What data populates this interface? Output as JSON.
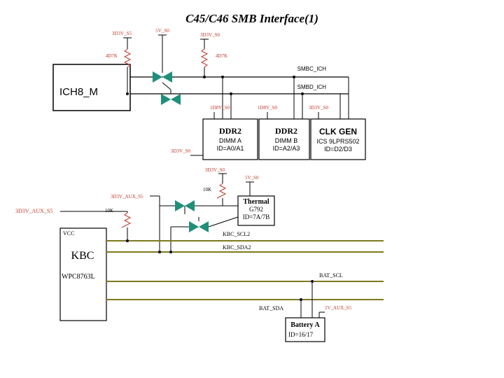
{
  "title": "C45/C46 SMB Interface(1)",
  "power": {
    "p3d3v_s5_top": "3D3V_S5",
    "p5v_s0_top": "5V_S0",
    "p3d3v_s0_top": "3D3V_S0",
    "p1d8v_s0_a": "1D8V_S0",
    "p1d8v_s0_b": "1D8V_S0",
    "p3d3v_s0_clk": "3D3V_S0",
    "p3d3v_s0_mid": "3D3V_S0",
    "p3d3v_s0_therm": "3D3V_S0",
    "p5v_s0_therm": "5V_S0",
    "p3d3v_aux_s5_mid": "3D3V_AUX_S5",
    "p3d3v_aux_s5_left": "3D3V_AUX_S5",
    "p5v_aux_s5_bat": "5V_AUX_S5"
  },
  "resistors": {
    "r_left": "4D7K",
    "r_right": "4D7K",
    "r_therm": "10K",
    "r_kbc": "10K"
  },
  "signals": {
    "smbc_ich": "SMBC_ICH",
    "smbd_ich": "SMBD_ICH",
    "kbc_scl2": "KBC_SCL2",
    "kbc_sda2": "KBC_SDA2",
    "bat_scl": "BAT_SCL",
    "bat_sda": "BAT_SDA"
  },
  "blocks": {
    "ich": {
      "name": "ICH8_M"
    },
    "dimm_a": {
      "title": "DDR2",
      "line1": "DIMM A",
      "line2": "ID=A0/A1"
    },
    "dimm_b": {
      "title": "DDR2",
      "line1": "DIMM B",
      "line2": "ID=A2/A3"
    },
    "clk": {
      "title": "CLK GEN",
      "line1": "ICS 9LPRS502",
      "line2": "ID=D2/D3"
    },
    "thermal": {
      "title": "Thermal",
      "line1": "G792",
      "line2": "ID=7A/7B"
    },
    "kbc": {
      "vcc": "VCC",
      "title": "KBC",
      "part": "WPC8763L"
    },
    "battery": {
      "title": "Battery A",
      "line1": "ID=16/17"
    }
  },
  "colors": {
    "wire": "#000000",
    "bus_olive": "#7d7a1e",
    "transistor": "#1f8f7a",
    "label_red": "#c0392b",
    "title": "#000000"
  }
}
